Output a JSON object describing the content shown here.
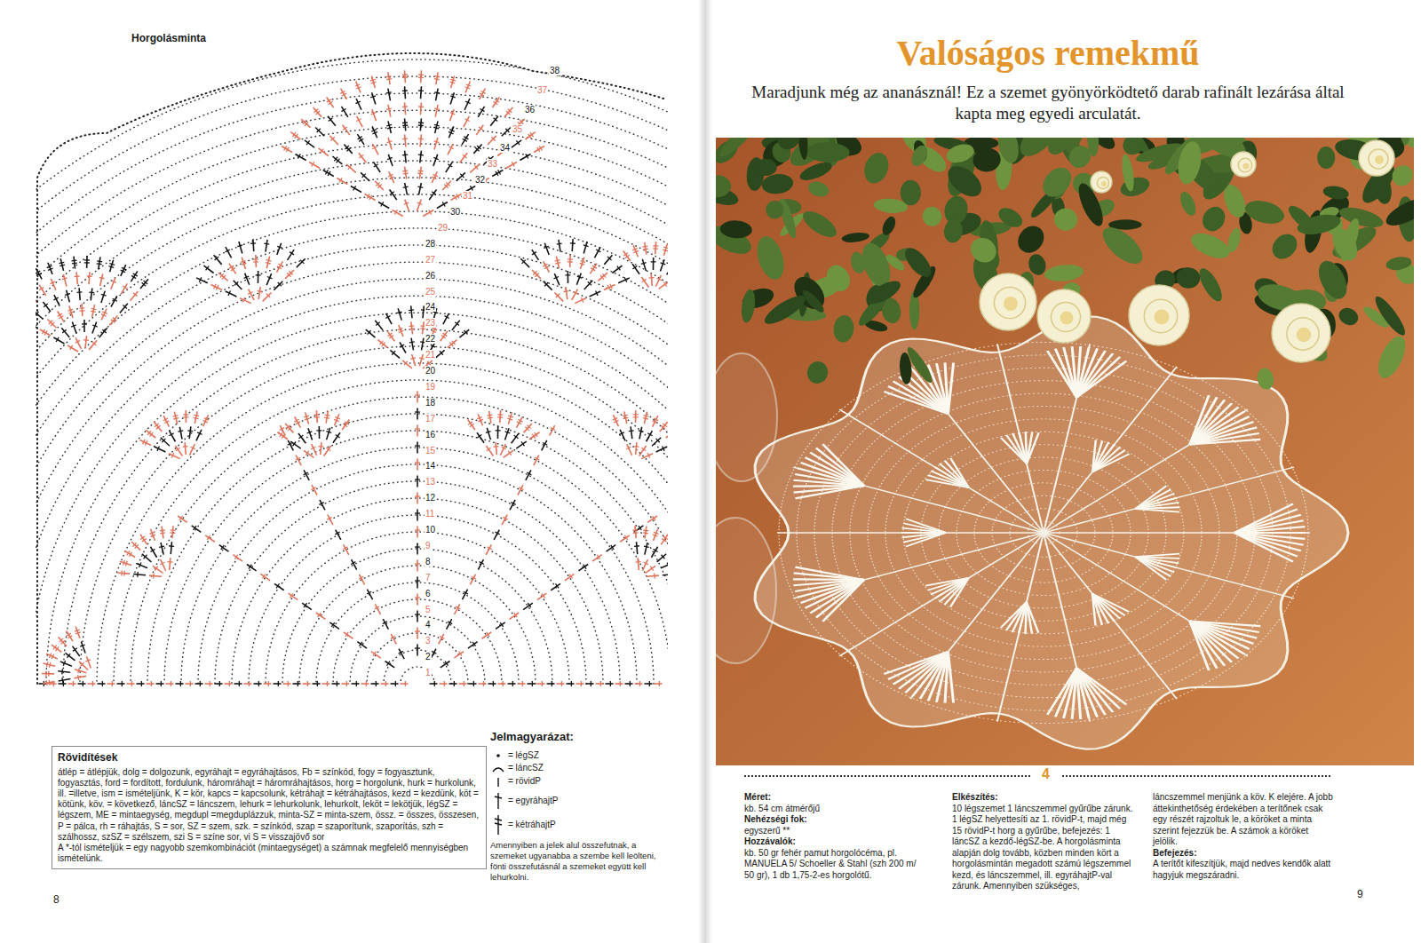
{
  "diagram": {
    "title": "Valóságos remekmű",
    "nodes": [
      {
        "text": [
          "Rövidítések",
          "átlép = átlépjük, dolg = dolgozunk, egyráhajt = egyráhajtásos, Fb = színkód, fogy = fogyasztunk, fogyasztás, ford = fordított, fordulunk, háromráhajt = háromráhajtásos, horg = horgolunk, hurk = hurkolunk, ill. =illetve, ism = ismételjünk, K = kör, kapcs = kapcsolunk, kétráhajt = kétráhajtásos, kezd = kezdünk, köt = kötünk, köv. = következő, láncSZ = láncszem, lehurk = lehurkolunk, lehurkolt, leköt = lekötjük, légSZ = légszem, ME = mintaegység, megdupl =megduplázzuk, minta-SZ = minta-szem, össz. = összes, összesen, P = pálca, rh = ráhajtás, S = sor, SZ = szem, szk. = színkód, szap = szaporítunk, szaporítás, szh = szálhossz, szSZ = szélszem, szi S = színe sor, vi S = visszajövő sor",
          "A *-tól ismételjük = egy nagyobb szemkombinációt (mintaegységet) a számnak megfelelő mennyiségben ismételünk."
        ]
      }
    ],
    "labels": [
      "Horgolásminta",
      "1",
      "2",
      "3",
      "4",
      "5",
      "6",
      "7",
      "8",
      "9",
      "10",
      "11",
      "12",
      "13",
      "14",
      "15",
      "16",
      "17",
      "18",
      "19",
      "20",
      "21",
      "22",
      "23",
      "24",
      "25",
      "26",
      "27",
      "28",
      "29",
      "30",
      "31",
      "32",
      "33",
      "34",
      "35",
      "36",
      "37",
      "38",
      "8",
      "Jelmagyarázat:",
      "Amennyiben a jelek alul összefutnak, a szemeket ugyanabba a szembe kell leölteni, fönti összefutásnál a szemeket együtt kell lehurkolni.",
      "Maradjunk még az ananásznál! Ez a szemet gyönyörködtető darab rafinált lezárása által kapta meg egyedi arculatát.",
      "4",
      "Méret:",
      "kb. 54 cm átmérőjű",
      "Nehézségi fok:",
      "egyszerű **",
      "Hozzávalók:",
      "kb. 50 gr fehér pamut horgolócéma, pl. MANUELA 5/ Schoeller & Stahl (szh 200 m/ 50 gr), 1 db 1,75-2-es horgolótű.",
      "Elkészítés:",
      "10 légszemet 1 láncszemmel gyűrűbe zárunk. 1 légSZ helyettesíti az 1. rövidP-t, majd még 15 rövidP-t horg a gyűrűbe, befejezés: 1 láncSZ a kezdő-légSZ-be. A horgolásminta alapján dolg tovább, közben minden kört a horgolásmintán megadott számú légszemmel kezd, és láncszemmel, ill. egyráhajtP-val zárunk. Amennyiben szükséges, láncszemmel menjünk a köv. K elejére. A jobb áttekinthetőség érdekében a terítőnek csak egy részét rajzoltuk le, a köröket a minta szerint fejezzük be. A számok a köröket jelölik.",
      "Befejezés:",
      "A terítőt kifeszítjük, majd nedves kendők alatt hagyjuk megszáradni.",
      "9"
    ],
    "legend": [
      {
        "text": "= légSZ"
      },
      {
        "text": "= láncSZ"
      },
      {
        "text": "= rövidP"
      },
      {
        "text": "= egyráhajtP"
      },
      {
        "text": "= kétráhajtP"
      }
    ]
  }
}
